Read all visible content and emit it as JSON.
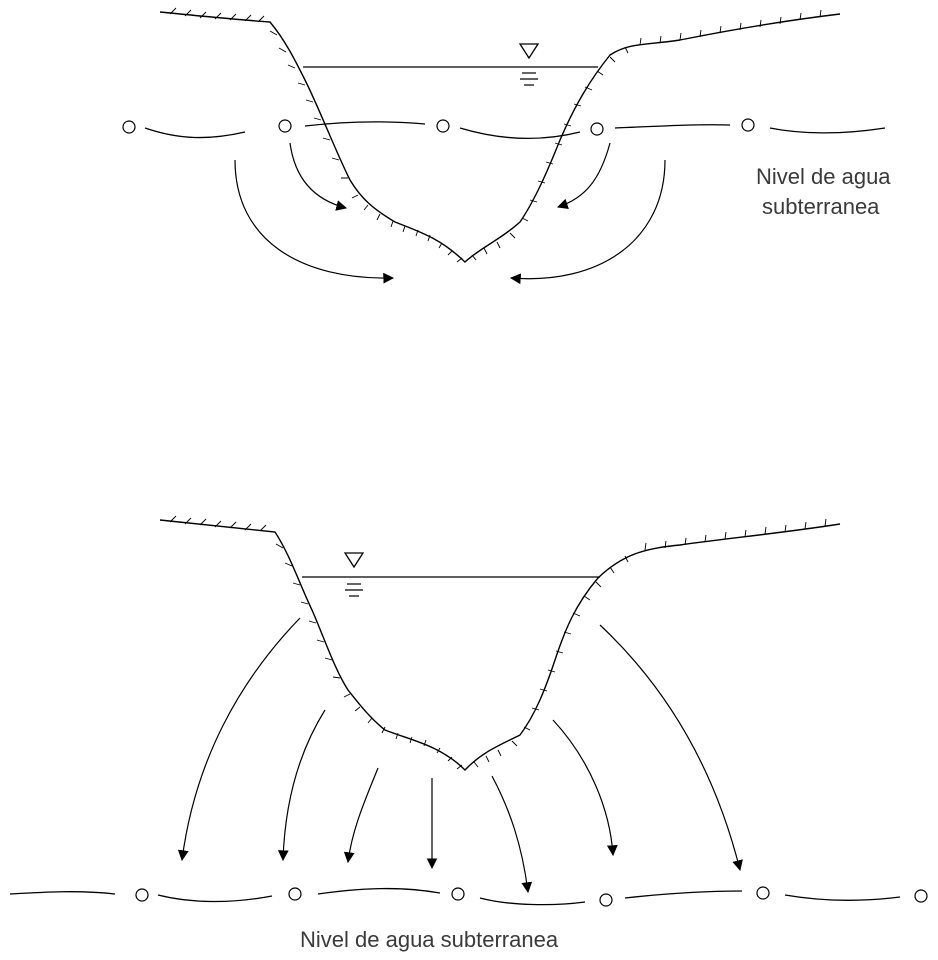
{
  "top_panel": {
    "label_line1": "Nivel de agua",
    "label_line2": "subterranea"
  },
  "bottom_panel": {
    "label": "Nivel de agua subterranea"
  },
  "colors": {
    "ink": "#000000",
    "label_text": "#3a3a3a",
    "background": "#ffffff"
  }
}
